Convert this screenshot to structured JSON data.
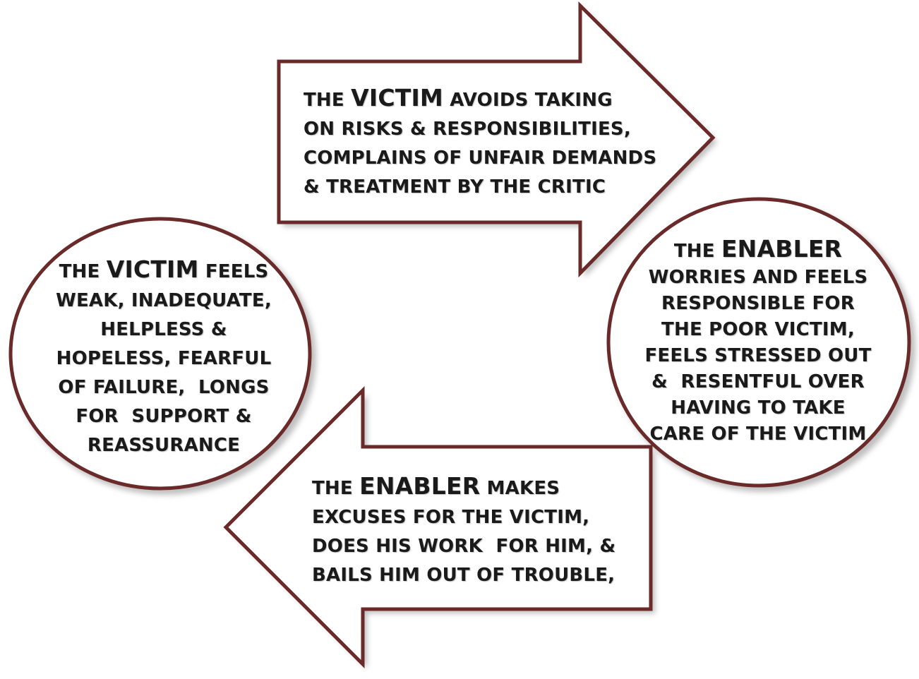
{
  "colors": {
    "outline": "#6b2a2a",
    "text": "#1a1a1a",
    "background": "#ffffff"
  },
  "nodes": {
    "top_arrow": {
      "pre": "THE ",
      "emph": "VICTIM",
      "post": " AVOIDS TAKING\nON RISKS & RESPONSIBILITIES,\nCOMPLAINS OF UNFAIR DEMANDS\n& TREATMENT BY THE CRITIC"
    },
    "right_circle": {
      "pre": "THE ",
      "emph": "ENABLER",
      "post": "\nWORRIES AND FEELS\nRESPONSIBLE FOR\nTHE POOR VICTIM,\nFEELS STRESSED OUT\n&  RESENTFUL OVER\nHAVING TO TAKE\nCARE OF THE VICTIM"
    },
    "left_circle": {
      "pre": "THE ",
      "emph": "VICTIM",
      "post": " FEELS\nWEAK, INADEQUATE,\nHELPLESS &\nHOPELESS, FEARFUL\nOF FAILURE,  LONGS\nFOR  SUPPORT &\nREASSURANCE"
    },
    "bottom_arrow": {
      "pre": "THE ",
      "emph": "ENABLER",
      "post": " MAKES\nEXCUSES FOR THE VICTIM,\nDOES HIS WORK  FOR HIM, &\nBAILS HIM OUT OF TROUBLE,"
    }
  }
}
